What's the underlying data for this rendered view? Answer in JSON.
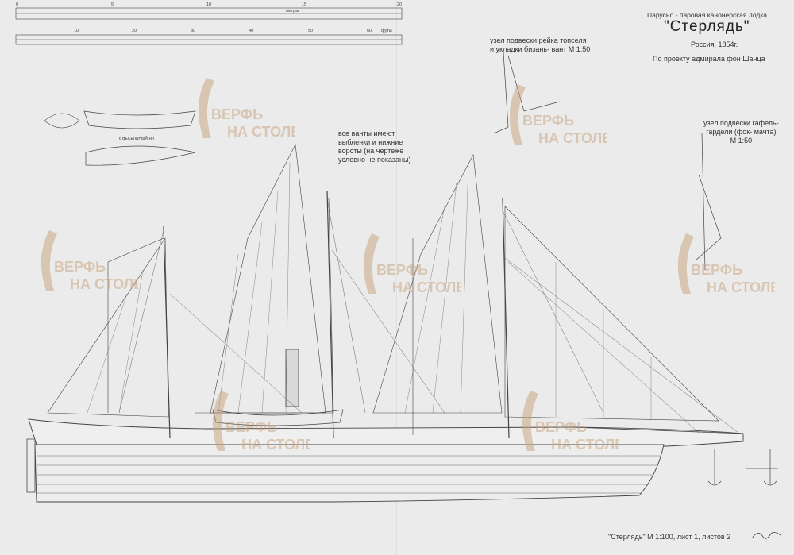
{
  "title_block": {
    "subtitle": "Парусно - паровая канонерская лодка",
    "name": "\"Стерлядь\"",
    "country_year": "Россия, 1854г.",
    "project": "По проекту адмирала фон Шанца"
  },
  "scale_bar": {
    "top_unit": "метры",
    "bottom_unit": "футы",
    "top_ticks": [
      "0",
      "5",
      "10",
      "15",
      "20"
    ],
    "bottom_ticks": [
      "10",
      "20",
      "30",
      "40",
      "50",
      "60"
    ]
  },
  "notes": {
    "topsail_detail": "узел подвески рейка топселя\nи укладки бизань- вант  М 1:50",
    "gaff_detail": "узел подвески гафель-\nгардели (фок- мачта)\nМ 1:50",
    "shrouds": "все ванты имеют\nвыбленки и нижние\nворсты (на чертеже\nусловно не показаны)",
    "boat": "6 ВЕСЕЛЬНЫЙ ЯЛ"
  },
  "watermark": {
    "line1": "ВЕРФЬ",
    "line2": "НА СТОЛЕ",
    "color": "#c9a27a"
  },
  "footer": {
    "caption": "\"Стерлядь\" М 1:100, лист 1, листов 2"
  },
  "colors": {
    "paper": "#ebebeb",
    "ink": "#333333",
    "watermark": "#c9a27a"
  }
}
